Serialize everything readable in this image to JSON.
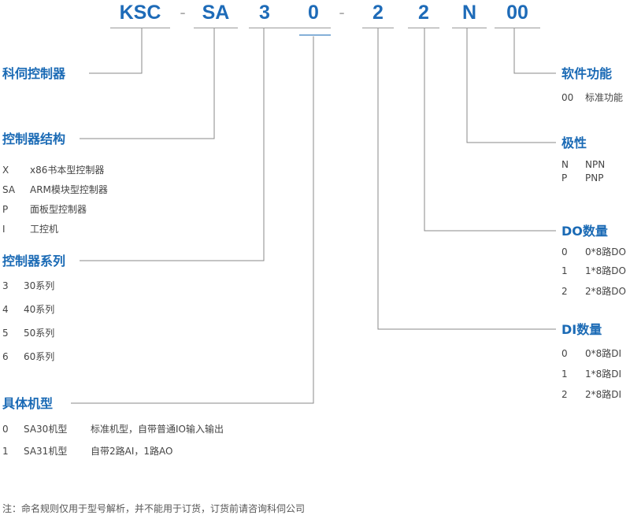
{
  "model_code": {
    "segments": [
      "KSC",
      "SA",
      "3",
      "0",
      "2",
      "2",
      "N",
      "00"
    ],
    "separators": [
      "-",
      "-"
    ]
  },
  "left_groups": [
    {
      "heading": "科伺控制器",
      "items": []
    },
    {
      "heading": "控制器结构",
      "items": [
        {
          "code": "X",
          "desc": "x86书本型控制器"
        },
        {
          "code": "SA",
          "desc": "ARM模块型控制器"
        },
        {
          "code": "P",
          "desc": "面板型控制器"
        },
        {
          "code": "I",
          "desc": "工控机"
        }
      ]
    },
    {
      "heading": "控制器系列",
      "items": [
        {
          "code": "3",
          "desc": "30系列"
        },
        {
          "code": "4",
          "desc": "40系列"
        },
        {
          "code": "5",
          "desc": "50系列"
        },
        {
          "code": "6",
          "desc": "60系列"
        }
      ]
    },
    {
      "heading": "具体机型",
      "items": [
        {
          "code": "0",
          "desc": "SA30机型",
          "extra": "标准机型，自带普通IO输入输出"
        },
        {
          "code": "1",
          "desc": "SA31机型",
          "extra": "自带2路AI，1路AO"
        }
      ]
    }
  ],
  "right_groups": [
    {
      "heading": "软件功能",
      "items": [
        {
          "code": "00",
          "desc": "标准功能"
        }
      ]
    },
    {
      "heading": "极性",
      "items": [
        {
          "code": "N",
          "desc": "NPN"
        },
        {
          "code": "P",
          "desc": "PNP"
        }
      ]
    },
    {
      "heading": "DO数量",
      "items": [
        {
          "code": "0",
          "desc": "0*8路DO"
        },
        {
          "code": "1",
          "desc": "1*8路DO"
        },
        {
          "code": "2",
          "desc": "2*8路DO"
        }
      ]
    },
    {
      "heading": "DI数量",
      "items": [
        {
          "code": "0",
          "desc": "0*8路DI"
        },
        {
          "code": "1",
          "desc": "1*8路DI"
        },
        {
          "code": "2",
          "desc": "2*8路DI"
        }
      ]
    }
  ],
  "note": "注：命名规则仅用于型号解析，并不能用于订货，订货前请咨询科伺公司",
  "colors": {
    "accent": "#1a6ab5",
    "line": "#888888"
  }
}
